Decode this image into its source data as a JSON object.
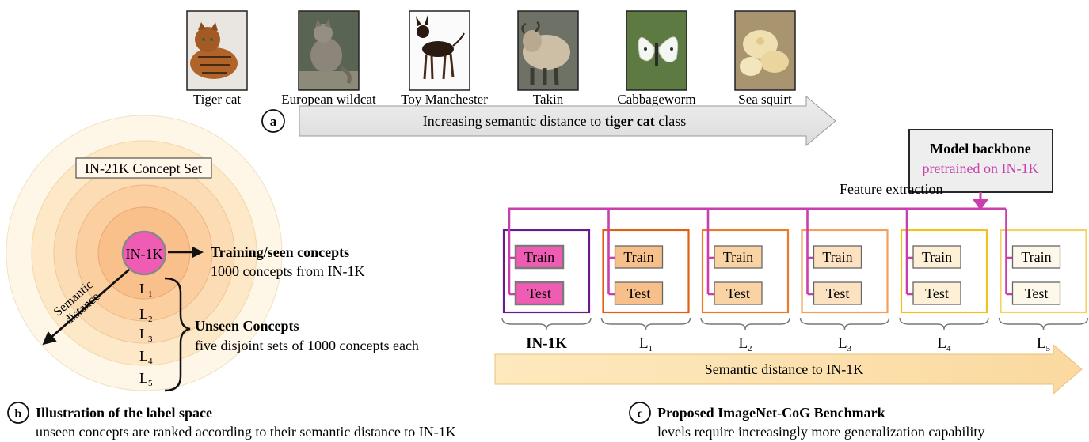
{
  "panel_a": {
    "badge": "a",
    "animals": [
      {
        "label": "Tiger cat",
        "icon": "tiger-cat-photo"
      },
      {
        "label": "European wildcat",
        "icon": "european-wildcat-photo"
      },
      {
        "label": "Toy Manchester",
        "icon": "toy-manchester-photo"
      },
      {
        "label": "Takin",
        "icon": "takin-photo"
      },
      {
        "label": "Cabbageworm",
        "icon": "cabbageworm-photo"
      },
      {
        "label": "Sea squirt",
        "icon": "sea-squirt-photo"
      }
    ],
    "arrow_text_prefix": "Increasing semantic distance to ",
    "arrow_text_bold": "tiger cat",
    "arrow_text_suffix": " class"
  },
  "panel_b": {
    "badge": "b",
    "concept_set_label": "IN-21K Concept Set",
    "center_label": "IN-1K",
    "levels": [
      "L1",
      "L2",
      "L3",
      "L4",
      "L5"
    ],
    "axis_label_line1": "Semantic",
    "axis_label_line2": "distance",
    "seen_title": "Training/seen concepts",
    "seen_sub": "1000 concepts from IN-1K",
    "unseen_title": "Unseen Concepts",
    "unseen_sub": "five disjoint sets of 1000 concepts each",
    "caption_title": "Illustration of the label space",
    "caption_sub": "unseen concepts are ranked according to their semantic distance to IN-1K"
  },
  "panel_c": {
    "badge": "c",
    "backbone_title": "Model backbone",
    "backbone_sub": "pretrained on IN-1K",
    "feature_label": "Feature extraction",
    "groups": [
      {
        "label": "IN-1K",
        "train": "Train",
        "test": "Test",
        "border": "#6a1b8a",
        "fill": "#f05bb4"
      },
      {
        "label": "L1",
        "train": "Train",
        "test": "Test",
        "border": "#e06010",
        "fill": "#f7c08a"
      },
      {
        "label": "L2",
        "train": "Train",
        "test": "Test",
        "border": "#ec7a2a",
        "fill": "#fad3a4"
      },
      {
        "label": "L3",
        "train": "Train",
        "test": "Test",
        "border": "#f4a05c",
        "fill": "#fde2c2"
      },
      {
        "label": "L4",
        "train": "Train",
        "test": "Test",
        "border": "#f2c21c",
        "fill": "#fdf0d6"
      },
      {
        "label": "L5",
        "train": "Train",
        "test": "Test",
        "border": "#f4d264",
        "fill": "#fef8ea"
      }
    ],
    "arrow_label": "Semantic distance to IN-1K",
    "caption_title": "Proposed ImageNet-CoG Benchmark",
    "caption_sub": "levels require increasingly more generalization capability"
  },
  "colors": {
    "magenta": "#c93fae",
    "pink_fill": "#f05bb4",
    "gray_arrow": "#e6e6e6",
    "orange_arrow": "#fbe0a8"
  }
}
